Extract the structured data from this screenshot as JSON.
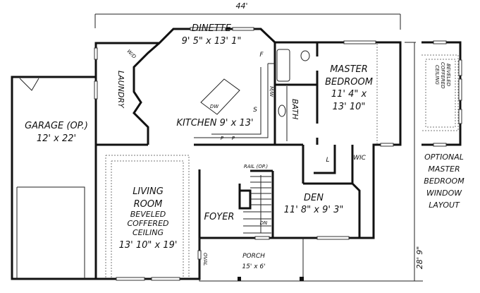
{
  "dimensions": {
    "width_label": "44'",
    "depth_label": "28' 9\""
  },
  "rooms": {
    "dinette": {
      "name": "DINETTE",
      "size": "9' 5\" x 13' 1\""
    },
    "laundry": {
      "name": "LAUNDRY"
    },
    "garage": {
      "name": "GARAGE (OP.)",
      "size": "12' x 22'"
    },
    "kitchen": {
      "name": "KITCHEN 9' x 13'"
    },
    "master": {
      "name1": "MASTER",
      "name2": "BEDROOM",
      "size1": "11' 4\" x",
      "size2": "13' 10\""
    },
    "bath": {
      "name": "BATH"
    },
    "living": {
      "name1": "LIVING",
      "name2": "ROOM",
      "note1": "BEVELED",
      "note2": "COFFERED",
      "note3": "CEILING",
      "size": "13' 10\" x 19'"
    },
    "foyer": {
      "name": "FOYER"
    },
    "den": {
      "name": "DEN",
      "size": "11' 8\" x 9' 3\""
    },
    "porch": {
      "name": "PORCH",
      "size": "15' x 6'"
    },
    "wic": {
      "name": "WIC"
    },
    "linen": {
      "name": "L"
    }
  },
  "fixtures": {
    "wd": "W/D",
    "fridge": "F",
    "dishwasher": "DW",
    "microwave": "M/W",
    "sink": "S",
    "pantry1": "P",
    "pantry2": "P",
    "rail": "RAIL (OP.)",
    "stairs_dn": "DN",
    "oval": "OVAL"
  },
  "optional": {
    "ceiling1": "BEVELED",
    "ceiling2": "COFFERED",
    "ceiling3": "CEILING",
    "caption": [
      "OPTIONAL",
      "MASTER",
      "BEDROOM",
      "WINDOW",
      "LAYOUT"
    ]
  }
}
